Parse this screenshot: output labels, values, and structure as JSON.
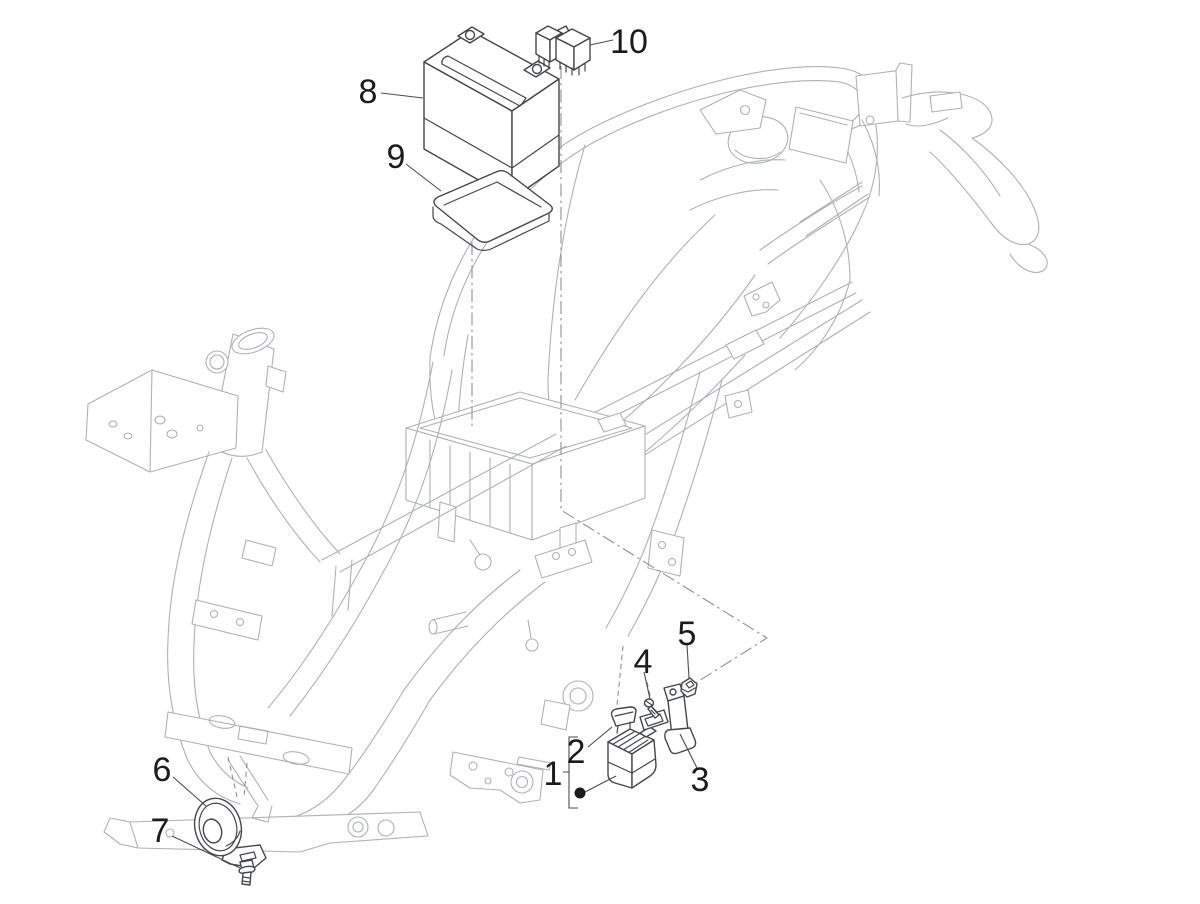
{
  "diagram": {
    "kind": "exploded-parts-diagram",
    "colors": {
      "background": "#ffffff",
      "frame_lines": "#aeb2b6",
      "part_lines": "#44474b",
      "callout_text": "#1b1b1b"
    },
    "callouts": [
      {
        "label": "1",
        "part": "regulator-assembly-group"
      },
      {
        "label": "2",
        "part": "voltage-regulator"
      },
      {
        "label": "3",
        "part": "mounting-bracket"
      },
      {
        "label": "4",
        "part": "screw"
      },
      {
        "label": "5",
        "part": "clip-nut"
      },
      {
        "label": "6",
        "part": "horn"
      },
      {
        "label": "7",
        "part": "horn-bolt"
      },
      {
        "label": "8",
        "part": "battery"
      },
      {
        "label": "9",
        "part": "battery-cover"
      },
      {
        "label": "10",
        "part": "relays"
      }
    ]
  }
}
